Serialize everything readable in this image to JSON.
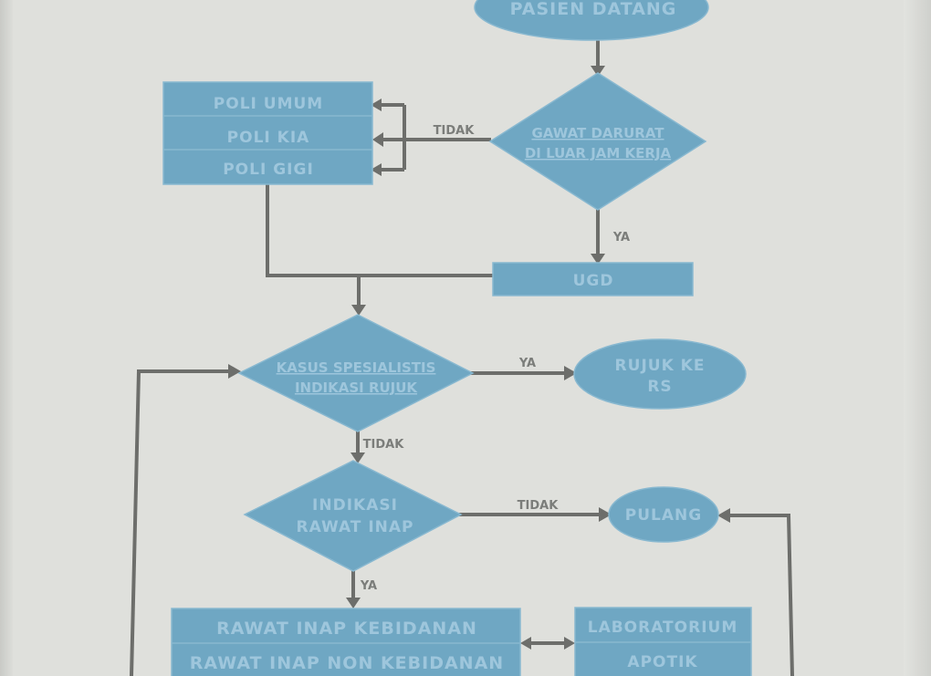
{
  "nodes": {
    "start": "PASIEN DATANG",
    "poli": [
      "POLI UMUM",
      "POLI KIA",
      "POLI GIGI"
    ],
    "emergency_q": [
      "GAWAT DARURAT",
      "DI LUAR JAM KERJA"
    ],
    "ugd": "UGD",
    "specialist_q": [
      "KASUS SPESIALISTIS",
      "INDIKASI RUJUK"
    ],
    "refer": [
      "RUJUK KE",
      "RS"
    ],
    "inpatient_q": [
      "INDIKASI",
      "RAWAT INAP"
    ],
    "home": "PULANG",
    "wards": [
      "RAWAT INAP KEBIDANAN",
      "RAWAT INAP NON KEBIDANAN"
    ],
    "support": [
      "LABORATORIUM",
      "APOTIK"
    ]
  },
  "edges": {
    "emergency_no": "TIDAK",
    "emergency_yes": "YA",
    "specialist_yes": "YA",
    "specialist_no": "TIDAK",
    "inpatient_no": "TIDAK",
    "inpatient_yes": "YA"
  },
  "colors": {
    "shape_fill": "#6fa7c3",
    "text": "#9ec6dc",
    "connector": "#6d6e6b",
    "paper": "#dfe0dc"
  }
}
